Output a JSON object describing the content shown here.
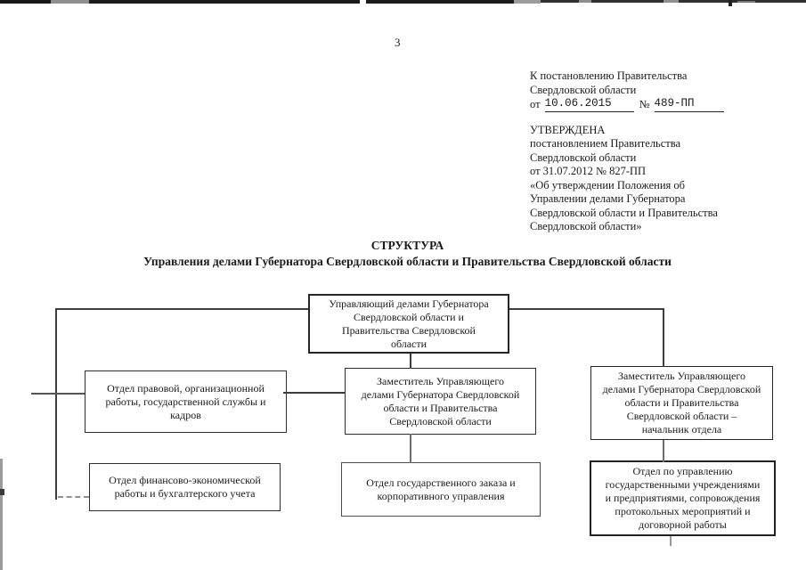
{
  "page": {
    "number": "3"
  },
  "reference_note": {
    "line1": "К постановлению Правительства",
    "line2": "Свердловской области",
    "prefix": "от",
    "date": "10.06.2015",
    "number_sign": "№",
    "number": "489-ПП"
  },
  "approval_note": {
    "title": "УТВЕРЖДЕНА",
    "lines": [
      "постановлением Правительства",
      "Свердловской области",
      "от 31.07.2012 № 827-ПП",
      "«Об утверждении Положения об",
      "Управлении делами Губернатора",
      "Свердловской области и Правительства",
      "Свердловской области»"
    ]
  },
  "heading": {
    "line1": "СТРУКТУРА",
    "line2": "Управления делами Губернатора Свердловской области и Правительства Свердловской области"
  },
  "chart": {
    "type": "org-chart",
    "nodes": {
      "managing": {
        "label": "Управляющий делами Губернатора\nСвердловской области и\nПравительства Свердловской\nобласти"
      },
      "legal": {
        "label": "Отдел правовой, организационной\nработы, государственной службы и\nкадров"
      },
      "deputy_center": {
        "label": "Заместитель Управляющего\nделами Губернатора Свердловской\nобласти и Правительства\nСвердловской области"
      },
      "deputy_right": {
        "label": "Заместитель Управляющего\nделами Губернатора Свердловской\nобласти и Правительства\nСвердловской области –\nначальник отдела"
      },
      "finance": {
        "label": "Отдел финансово-экономической\nработы и бухгалтерского учета"
      },
      "state_order": {
        "label": "Отдел государственного заказа и\nкорпоративного управления"
      },
      "state_property": {
        "label": "Отдел по управлению\nгосударственными учреждениями\nи предприятиями, сопровождения\nпротокольных мероприятий и\nдоговорной работы"
      }
    },
    "edges": [
      {
        "from": "managing",
        "to": "legal",
        "style": "solid"
      },
      {
        "from": "managing",
        "to": "finance",
        "style": "dashed"
      },
      {
        "from": "managing",
        "to": "deputy_center",
        "style": "solid"
      },
      {
        "from": "managing",
        "to": "deputy_right",
        "style": "solid"
      },
      {
        "from": "legal",
        "to": "deputy_center",
        "style": "solid"
      },
      {
        "from": "deputy_center",
        "to": "state_order",
        "style": "solid"
      },
      {
        "from": "deputy_right",
        "to": "state_property",
        "style": "solid"
      }
    ]
  },
  "colors": {
    "paper": "#ffffff",
    "ink": "#1a1a1a",
    "box_border": "#2e2e2e",
    "connector": "#3d3d3d"
  }
}
